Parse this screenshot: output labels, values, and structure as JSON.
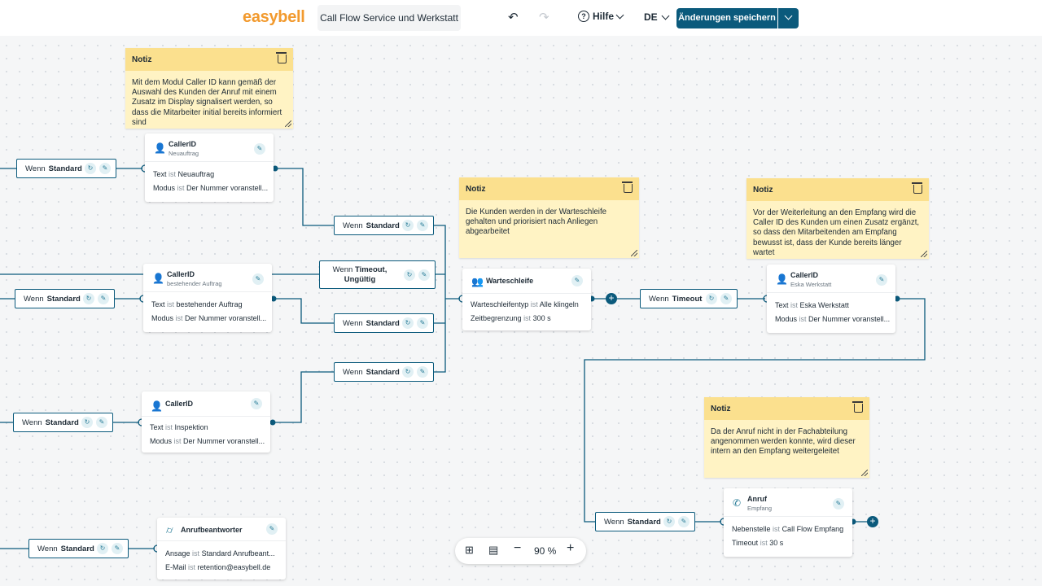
{
  "header": {
    "logo": "easybell",
    "flow_name": "Call Flow Service und Werkstatt",
    "help_label": "Hilfe",
    "language": "DE",
    "save_label": "Änderungen speichern"
  },
  "conditions": [
    {
      "prefix": "Wenn",
      "value": "Standard"
    },
    {
      "prefix": "Wenn",
      "value": "Standard"
    },
    {
      "prefix": "Wenn",
      "value": "Standard"
    },
    {
      "prefix": "Wenn",
      "value": "Timeout, Ungültig"
    },
    {
      "prefix": "Wenn",
      "value": "Standard"
    },
    {
      "prefix": "Wenn",
      "value": "Standard"
    },
    {
      "prefix": "Wenn",
      "value": "Standard"
    },
    {
      "prefix": "Wenn",
      "value": "Timeout"
    },
    {
      "prefix": "Wenn",
      "value": "Standard"
    },
    {
      "prefix": "Wenn",
      "value": "Standard"
    }
  ],
  "nodes": [
    {
      "title": "CallerID",
      "subtitle": "Neuauftrag",
      "rows": [
        {
          "k": "Text",
          "op": "ist",
          "v": "Neuauftrag"
        },
        {
          "k": "Modus",
          "op": "ist",
          "v": "Der Nummer voranstell..."
        }
      ]
    },
    {
      "title": "CallerID",
      "subtitle": "bestehender Auftrag",
      "rows": [
        {
          "k": "Text",
          "op": "ist",
          "v": "bestehender Auftrag"
        },
        {
          "k": "Modus",
          "op": "ist",
          "v": "Der Nummer voranstell..."
        }
      ]
    },
    {
      "title": "CallerID",
      "subtitle": "",
      "rows": [
        {
          "k": "Text",
          "op": "ist",
          "v": "Inspektion"
        },
        {
          "k": "Modus",
          "op": "ist",
          "v": "Der Nummer voranstell..."
        }
      ]
    },
    {
      "title": "Anrufbeantworter",
      "subtitle": "",
      "rows": [
        {
          "k": "Ansage",
          "op": "ist",
          "v": "Standard Anrufbeant..."
        },
        {
          "k": "E-Mail",
          "op": "ist",
          "v": "retention@easybell.de"
        }
      ]
    },
    {
      "title": "Warteschleife",
      "subtitle": "",
      "rows": [
        {
          "k": "Warteschleifentyp",
          "op": "ist",
          "v": "Alle klingeln"
        },
        {
          "k": "Zeitbegrenzung",
          "op": "ist",
          "v": "300 s"
        }
      ]
    },
    {
      "title": "CallerID",
      "subtitle": "Eska Werkstatt",
      "rows": [
        {
          "k": "Text",
          "op": "ist",
          "v": "Eska Werkstatt"
        },
        {
          "k": "Modus",
          "op": "ist",
          "v": "Der Nummer voranstell..."
        }
      ]
    },
    {
      "title": "Anruf",
      "subtitle": "Empfang",
      "rows": [
        {
          "k": "Nebenstelle",
          "op": "ist",
          "v": "Call Flow Empfang"
        },
        {
          "k": "Timeout",
          "op": "ist",
          "v": "30 s"
        }
      ]
    }
  ],
  "notes": [
    {
      "label": "Notiz",
      "text": "Mit dem Modul Caller ID kann gemäß der Auswahl des Kunden der Anruf mit einem Zusatz im Display signalisert werden, so dass die Mitarbeiter initial bereits informiert sind"
    },
    {
      "label": "Notiz",
      "text": "Die Kunden werden in der Warteschleife gehalten und priorisiert nach Anliegen abgearbeitet"
    },
    {
      "label": "Notiz",
      "text": "Vor der Weiterleitung an den Empfang wird die Caller ID des Kunden um einen Zusatz ergänzt, so dass den Mitarbeitenden am Empfang bewusst ist, dass der Kunde bereits länger wartet"
    },
    {
      "label": "Notiz",
      "text": "Da der Anruf nicht in der Fachabteilung angenommen werden konnte, wird dieser intern an den Empfang weitergeleitet"
    }
  ],
  "zoom": {
    "level": "90 %"
  }
}
